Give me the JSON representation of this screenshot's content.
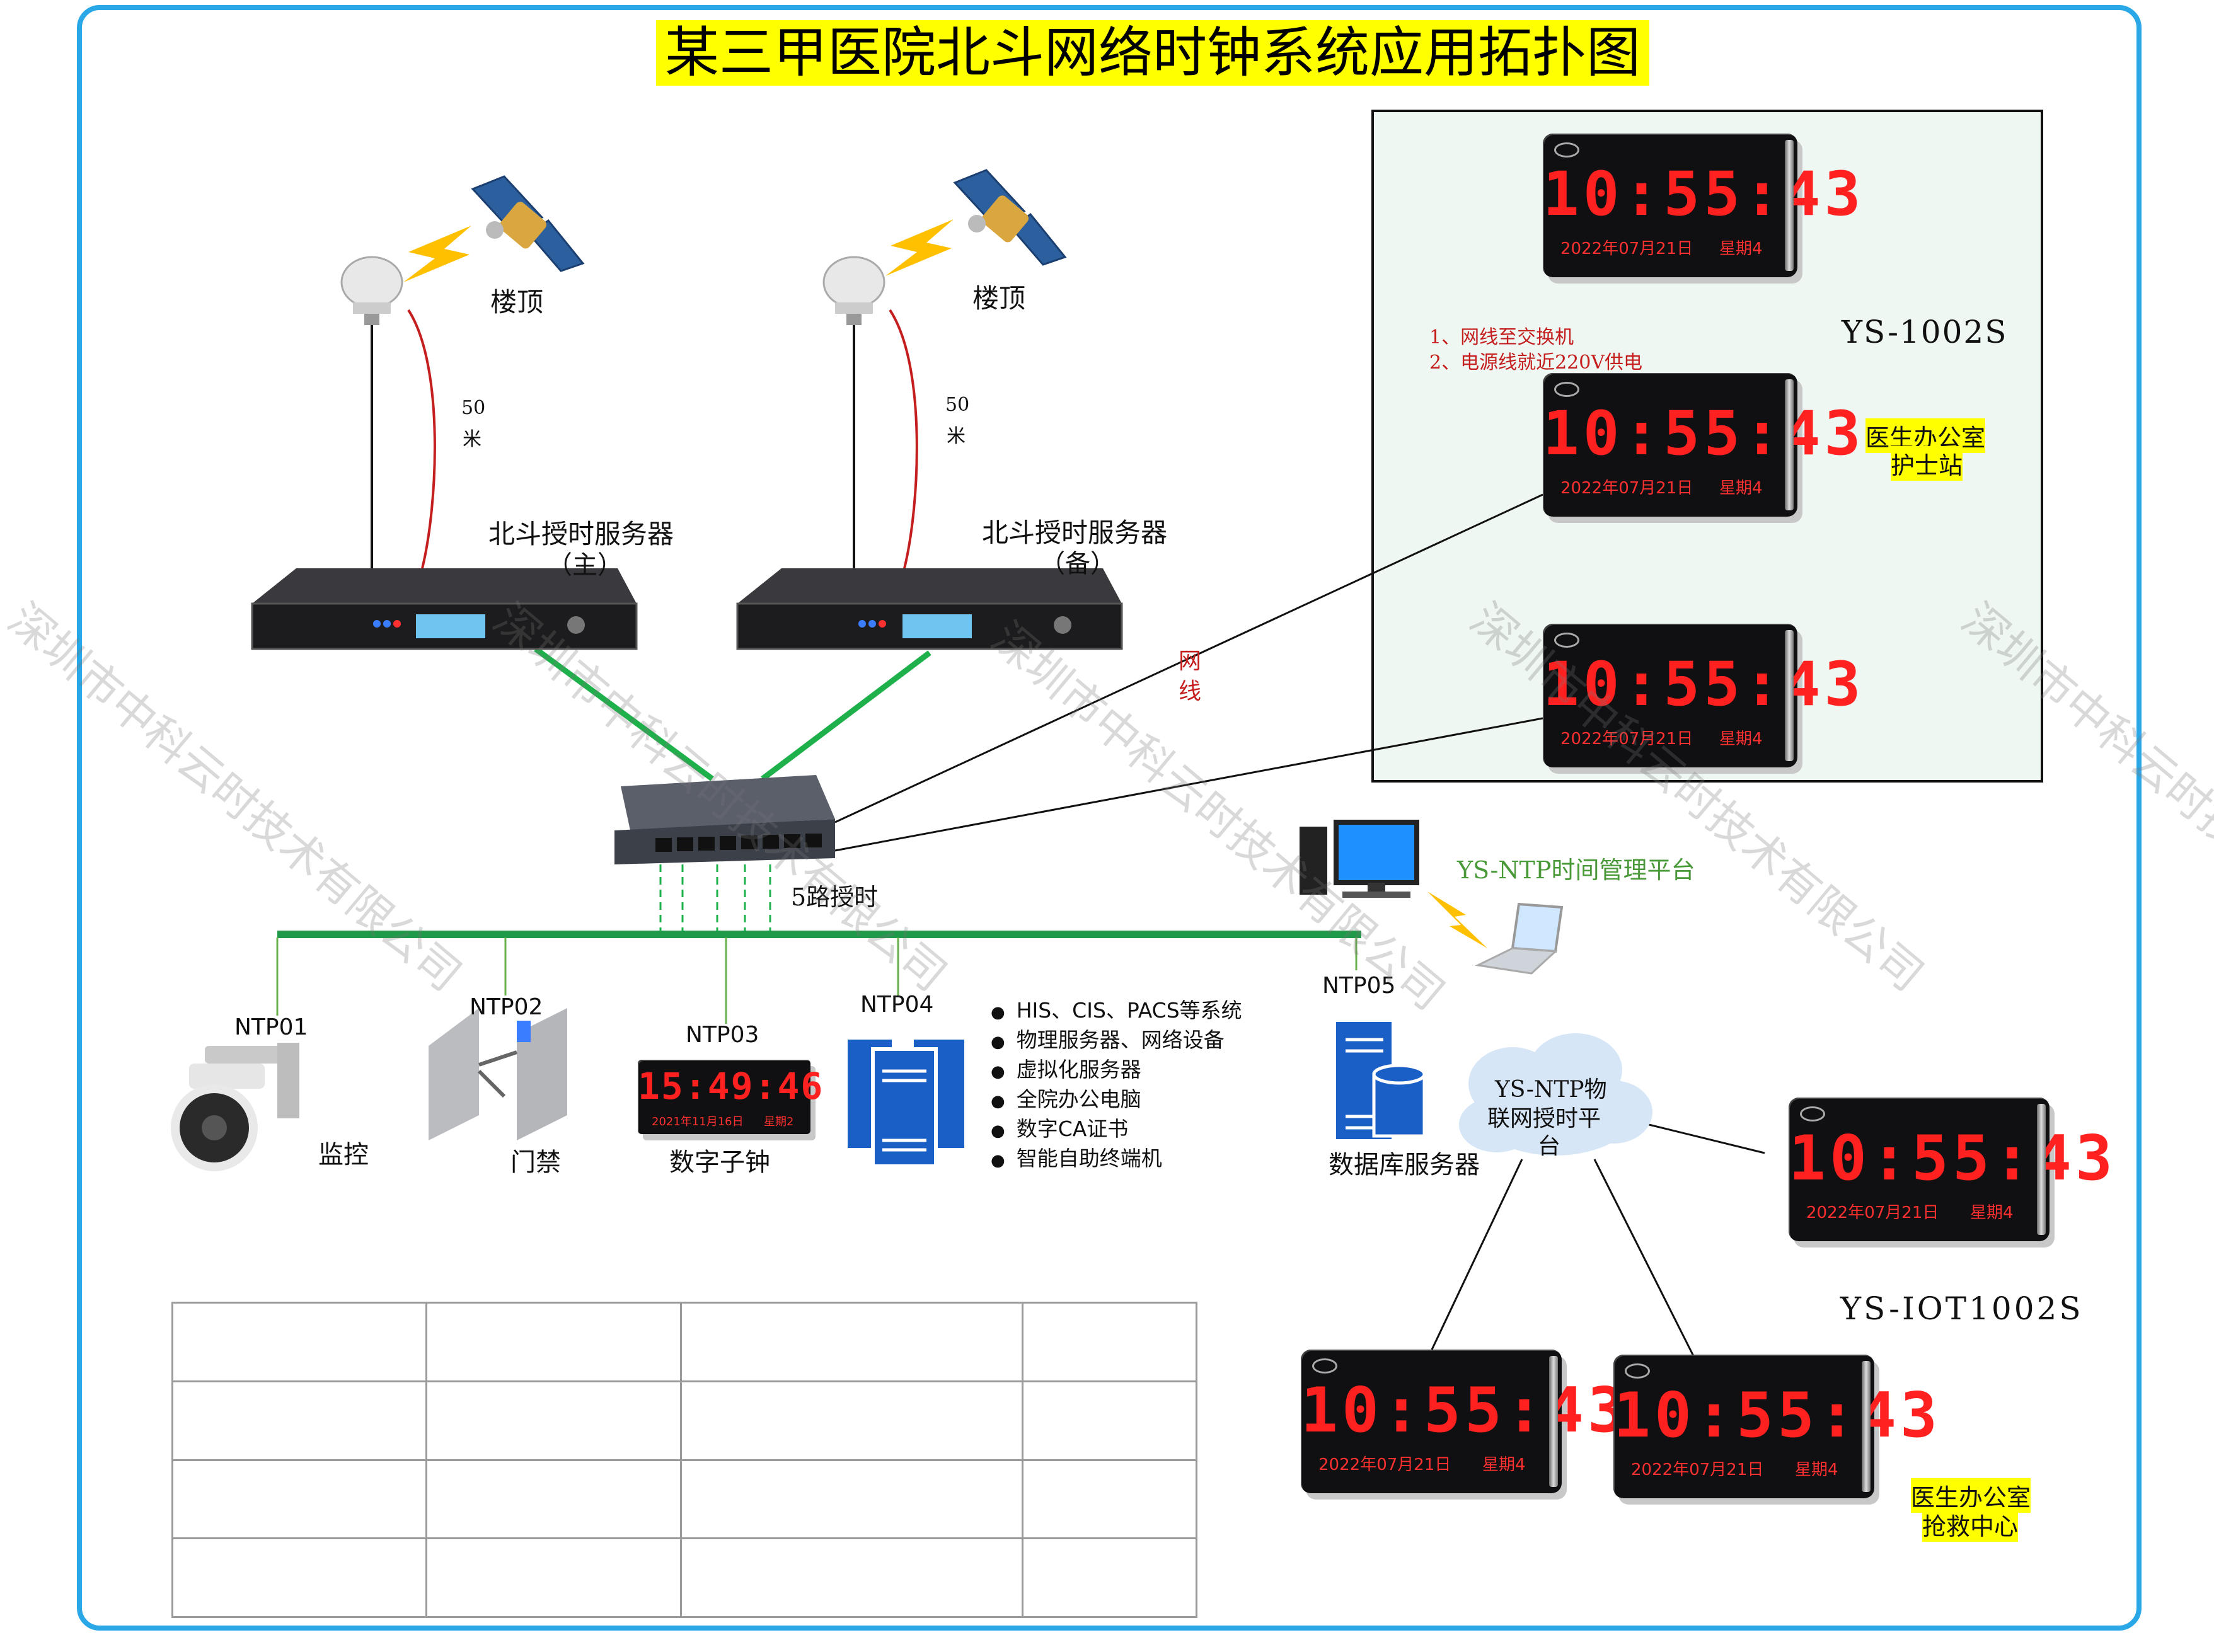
{
  "title": "某三甲医院北斗网络时钟系统应用拓扑图",
  "roof_label": "楼顶",
  "cable_length": {
    "num": "50",
    "unit": "米"
  },
  "server_main": {
    "name": "北斗授时服务器",
    "role": "（主）"
  },
  "server_backup": {
    "name": "北斗授时服务器",
    "role": "（备）"
  },
  "network_cable": {
    "line1": "网",
    "line2": "线"
  },
  "switch_label": "5路授时",
  "panel": {
    "notes": [
      "1、网线至交换机",
      "2、电源线就近220V供电"
    ],
    "model": "YS-1002S",
    "location": {
      "line1": "医生办公室",
      "line2": "护士站"
    }
  },
  "clock": {
    "time": "10:55:43",
    "year": "2022",
    "month": "07",
    "day": "21",
    "week_label": "星期",
    "week_num": "4"
  },
  "subclock": {
    "time": "15:49:46",
    "date": "2021年11月16日",
    "week": "星期2"
  },
  "ntp_platform": "YS-NTP时间管理平台",
  "nodes": [
    {
      "id": "NTP01",
      "label": "监控"
    },
    {
      "id": "NTP02",
      "label": "门禁"
    },
    {
      "id": "NTP03",
      "label": "数字子钟"
    },
    {
      "id": "NTP04",
      "label": ""
    },
    {
      "id": "NTP05",
      "label": "数据库服务器"
    }
  ],
  "systems": [
    "HIS、CIS、PACS等系统",
    "物理服务器、网络设备",
    "虚拟化服务器",
    "全院办公电脑",
    "数字CA证书",
    "智能自助终端机"
  ],
  "cloud": {
    "line1": "YS-NTP物",
    "line2": "联网授时平",
    "line3": "台"
  },
  "iot_model": "YS-IOT1002S",
  "iot_location": {
    "line1": "医生办公室",
    "line2": "抢救中心"
  },
  "watermark": "深圳市中科云时技术有限公司",
  "colors": {
    "frame": "#29a7e6",
    "title_bg": "#ffff00",
    "bus": "#1e9a4a",
    "digits": "#ff2020",
    "cable": "#c41e1e"
  }
}
